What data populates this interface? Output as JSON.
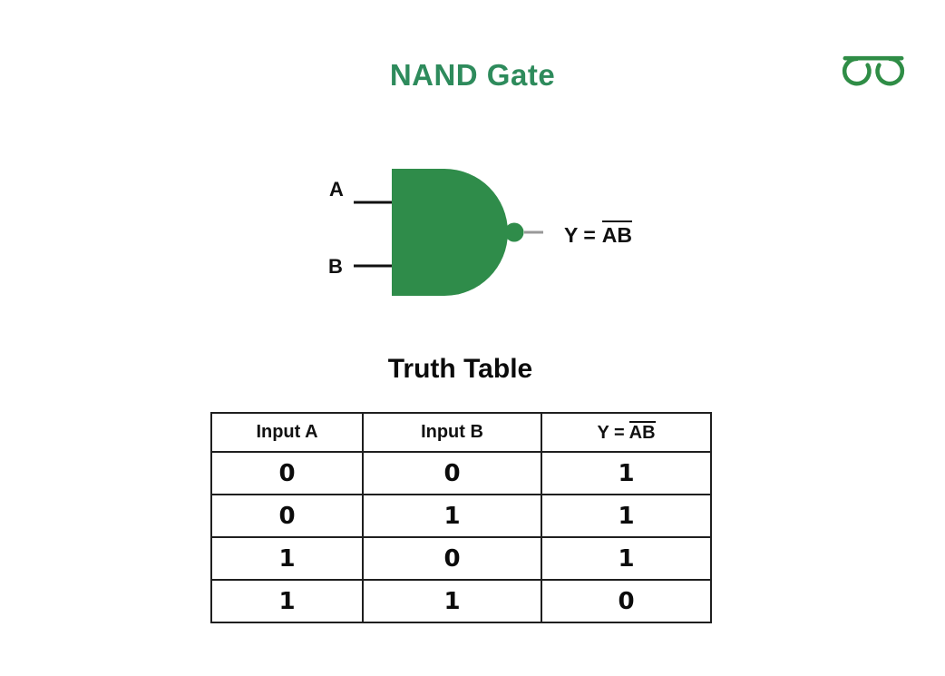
{
  "title": "NAND Gate",
  "brand": {
    "logo_icon": "geeksforgeeks-logo",
    "logo_color": "#2F8D46"
  },
  "colors": {
    "title_green": "#2E8B5C",
    "gate_green": "#2F8C4A",
    "wire_black": "#111111",
    "output_wire_gray": "#999999",
    "table_border": "#1F1F1F"
  },
  "gate": {
    "type": "NAND",
    "input_a_label": "A",
    "input_b_label": "B",
    "output_prefix": "Y =",
    "output_expression": "AB",
    "output_expression_overlined": true
  },
  "truth_table": {
    "heading": "Truth Table",
    "columns": [
      {
        "label": "Input A"
      },
      {
        "label": "Input B"
      },
      {
        "label_prefix": "Y =",
        "label_expression": "AB",
        "overlined": true
      }
    ],
    "rows": [
      [
        "0",
        "0",
        "1"
      ],
      [
        "0",
        "1",
        "1"
      ],
      [
        "1",
        "0",
        "1"
      ],
      [
        "1",
        "1",
        "0"
      ]
    ]
  }
}
